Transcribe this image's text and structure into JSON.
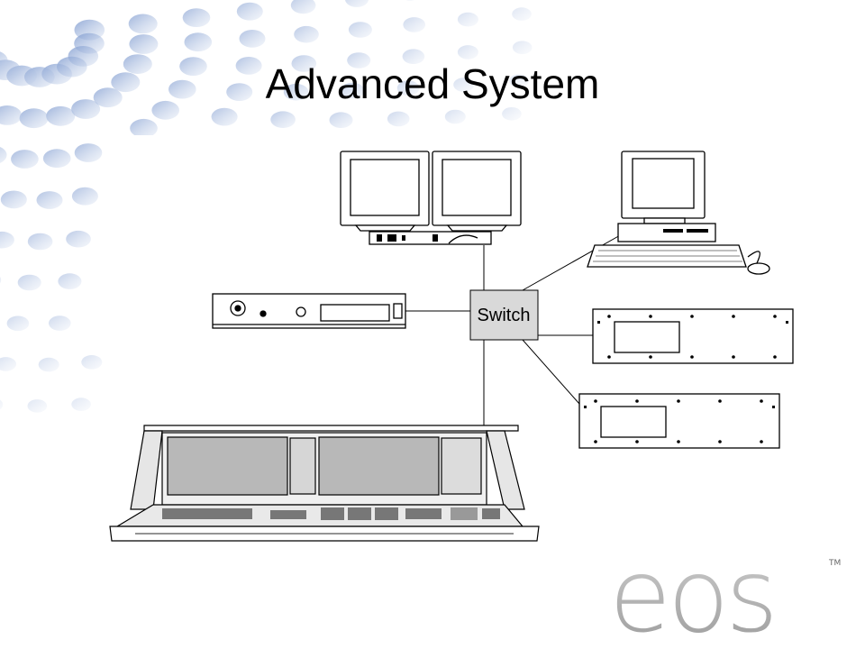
{
  "slide": {
    "title": "Advanced System"
  },
  "diagram": {
    "switch_label": "Switch",
    "nodes": [
      "dual-monitor-workstation",
      "desktop-computer",
      "gateway-unit",
      "rack-node-1",
      "rack-node-2",
      "eos-console"
    ]
  },
  "logo": {
    "text": "eos",
    "trademark": "TM"
  },
  "colors": {
    "dot_pattern": "#9fb4d8",
    "switch_fill": "#d9d9d9",
    "logo": "#b5b5b5"
  }
}
